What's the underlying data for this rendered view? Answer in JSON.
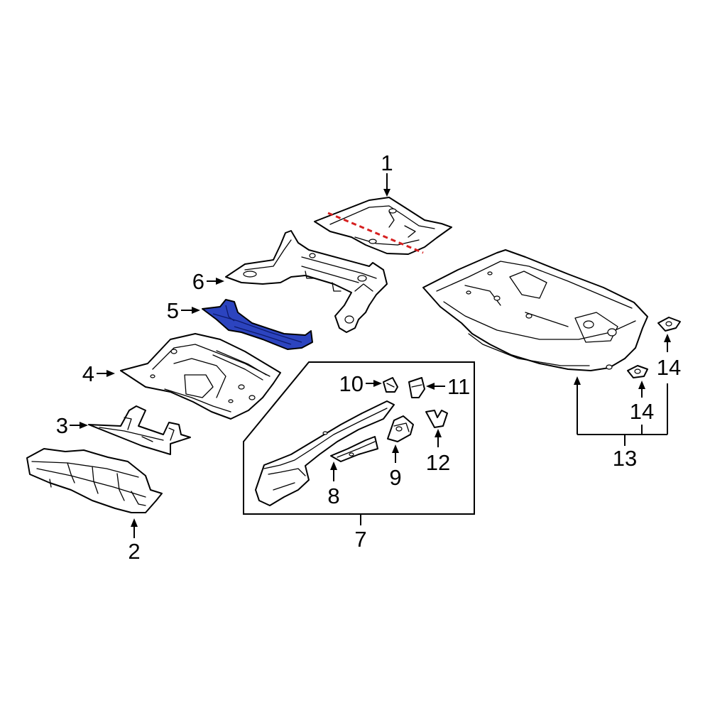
{
  "colors": {
    "highlight": "#2c44bf",
    "cut_line": "#d62020",
    "line": "#000000",
    "background": "#ffffff"
  },
  "callouts": {
    "c1": "1",
    "c2": "2",
    "c3": "3",
    "c4": "4",
    "c5": "5",
    "c6": "6",
    "c7": "7",
    "c8": "8",
    "c9": "9",
    "c10": "10",
    "c11": "11",
    "c12": "12",
    "c13": "13",
    "c14a": "14",
    "c14b": "14"
  },
  "highlighted_part": "5"
}
